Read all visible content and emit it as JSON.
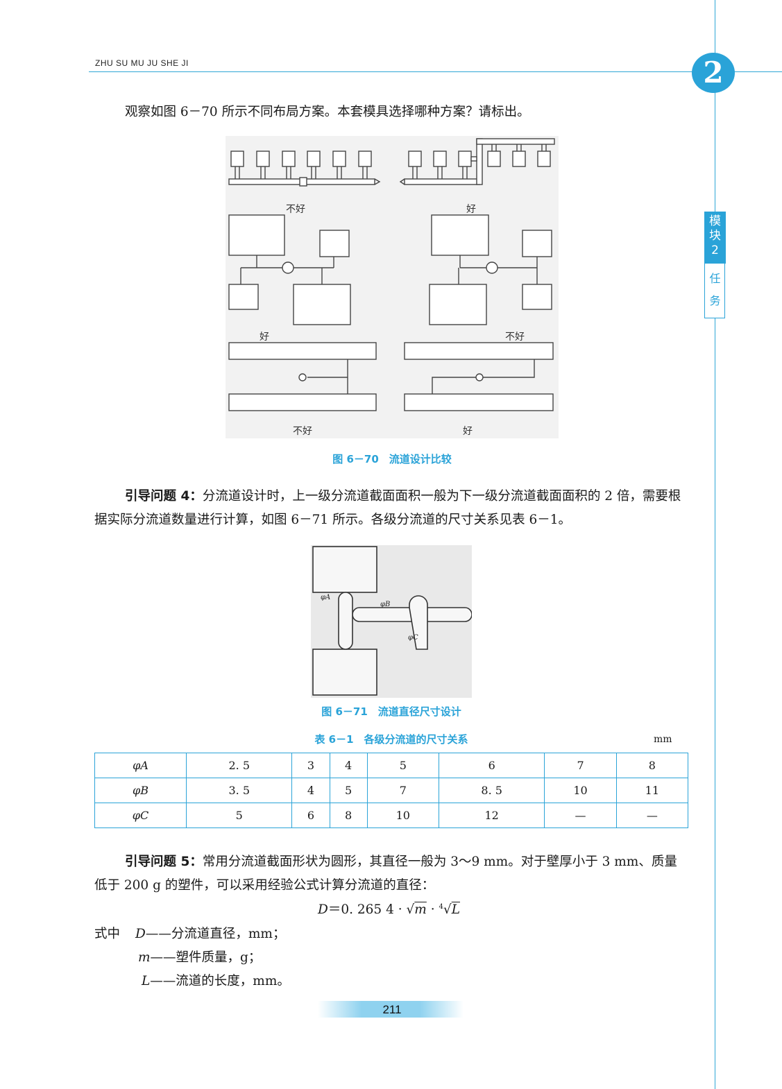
{
  "header": {
    "running_title": "ZHU SU MU JU SHE JI",
    "chapter_number": "2",
    "side_tab_module": "模块2",
    "side_tab_task": "任务"
  },
  "intro": "观察如图 6－70 所示不同布局方案。本套模具选择哪种方案？请标出。",
  "figure_70": {
    "labels": {
      "row1_left": "不好",
      "row1_right": "好",
      "row2_left": "好",
      "row2_right": "不好",
      "row3_left": "不好",
      "row3_right": "好"
    },
    "caption": "图 6－70　流道设计比较"
  },
  "question4": {
    "lead": "引导问题 4：",
    "text": "分流道设计时，上一级分流道截面面积一般为下一级分流道截面面积的 2 倍，需要根据实际分流道数量进行计算，如图 6－71 所示。各级分流道的尺寸关系见表 6－1。"
  },
  "figure_71": {
    "labels": {
      "a": "φA",
      "b": "φB",
      "c": "φC"
    },
    "caption": "图 6－71　流道直径尺寸设计"
  },
  "table_6_1": {
    "caption": "表 6－1　各级分流道的尺寸关系",
    "unit": "mm",
    "rows": [
      {
        "label": "φA",
        "cells": [
          "2. 5",
          "3",
          "4",
          "5",
          "6",
          "7",
          "8"
        ]
      },
      {
        "label": "φB",
        "cells": [
          "3. 5",
          "4",
          "5",
          "7",
          "8. 5",
          "10",
          "11"
        ]
      },
      {
        "label": "φC",
        "cells": [
          "5",
          "6",
          "8",
          "10",
          "12",
          "—",
          "—"
        ]
      }
    ]
  },
  "question5": {
    "lead": "引导问题 5：",
    "text": "常用分流道截面形状为圆形，其直径一般为 3～9 mm。对于壁厚小于 3 mm、质量低于 200 g 的塑件，可以采用经验公式计算分流道的直径："
  },
  "formula": {
    "lhs": "D",
    "eq": "＝0. 265 4 ·",
    "sqrt_arg": "m",
    "dot": "·",
    "root_index": "4",
    "root_arg": "L"
  },
  "where": {
    "prefix": "式中",
    "items": [
      {
        "sym": "D",
        "desc": "——分流道直径，mm；"
      },
      {
        "sym": "m",
        "desc": "——塑件质量，g；"
      },
      {
        "sym": "L",
        "desc": "——流道的长度，mm。"
      }
    ]
  },
  "footer": {
    "page_number": "211"
  }
}
